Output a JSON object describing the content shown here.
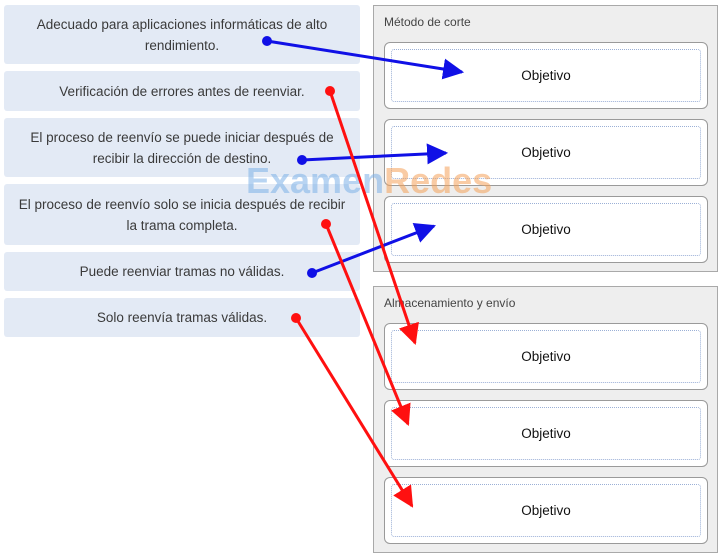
{
  "source_items": [
    {
      "label": "Adecuado para aplicaciones informáticas de alto rendimiento."
    },
    {
      "label": "Verificación de errores antes de reenviar."
    },
    {
      "label": "El proceso de reenvío se puede iniciar después de recibir la dirección de destino."
    },
    {
      "label": "El proceso de reenvío solo se inicia después de recibir la trama completa."
    },
    {
      "label": "Puede reenviar tramas no válidas."
    },
    {
      "label": "Solo reenvía tramas válidas."
    }
  ],
  "panels": [
    {
      "title": "Método de corte",
      "targets": [
        "Objetivo",
        "Objetivo",
        "Objetivo"
      ]
    },
    {
      "title": "Almacenamiento y envío",
      "targets": [
        "Objetivo",
        "Objetivo",
        "Objetivo"
      ]
    }
  ],
  "watermark": {
    "part1": "Examen",
    "part2": "Redes",
    "color1": "#7fb2e8",
    "color2": "#f5a25a"
  },
  "arrow_colors": {
    "blue": "#1010e6",
    "red": "#ff1010"
  }
}
